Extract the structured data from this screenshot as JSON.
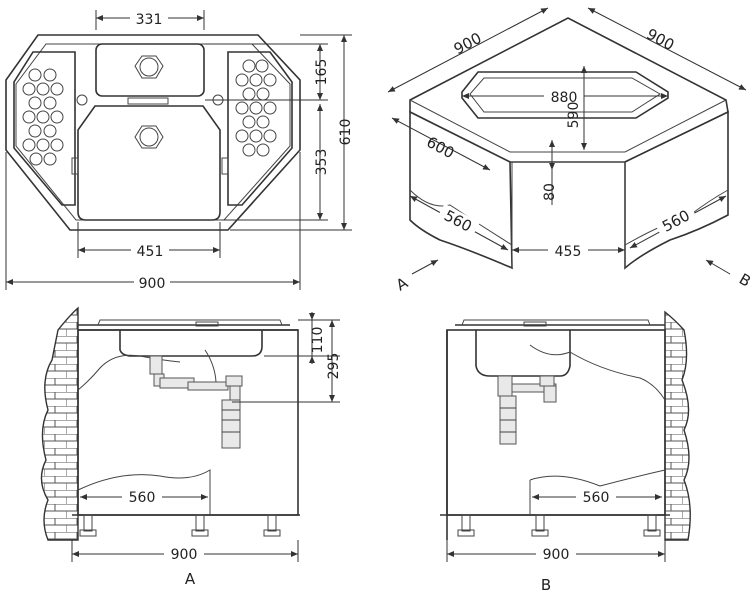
{
  "top_view": {
    "dim_bowl_small_width": "331",
    "dim_bowl_small_height": "165",
    "dim_total_height": "610",
    "dim_bowl_large_height": "353",
    "dim_bowl_large_width": "451",
    "dim_total_width": "900"
  },
  "iso_view": {
    "dim_top_left": "900",
    "dim_top_right": "900",
    "dim_bowl_width": "880",
    "dim_bowl_depth": "590",
    "dim_left_depth": "600",
    "dim_front_height": "80",
    "dim_left_cabinet": "560",
    "dim_right_cabinet": "560",
    "dim_front_opening": "455",
    "arrow_a_label": "A",
    "arrow_b_label": "B"
  },
  "view_a": {
    "dim_rim": "110",
    "dim_depth": "295",
    "dim_inner": "560",
    "dim_width": "900",
    "caption": "A"
  },
  "view_b": {
    "dim_inner": "560",
    "dim_width": "900",
    "caption": "B"
  }
}
